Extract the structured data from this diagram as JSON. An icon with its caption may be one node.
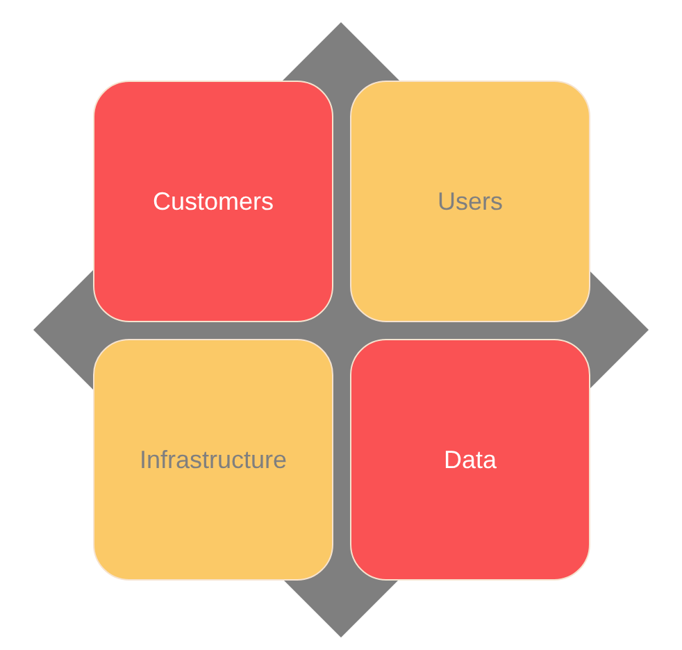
{
  "diagram": {
    "nodes": [
      {
        "text": [
          "Customers"
        ]
      },
      {
        "text": [
          "Users"
        ]
      },
      {
        "text": [
          "Infrastructure"
        ]
      },
      {
        "text": [
          "Data"
        ]
      }
    ]
  }
}
